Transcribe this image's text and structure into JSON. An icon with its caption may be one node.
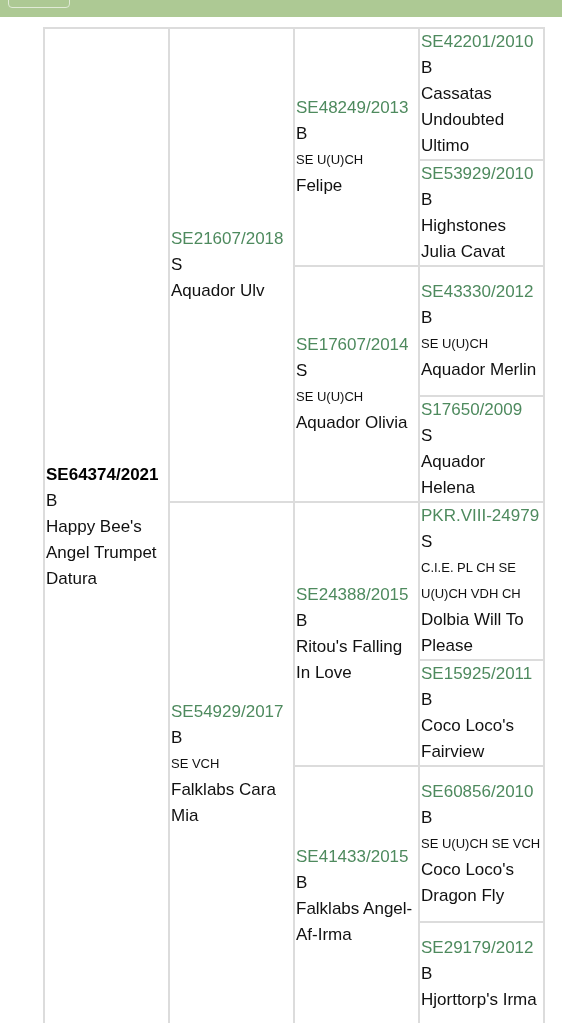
{
  "diagram": {
    "nodes": [
      {
        "text": [
          "SE64374/2021",
          "B",
          "Happy Bee's Angel Trumpet Datura"
        ]
      },
      {
        "text": [
          "SE21607/2018",
          "S",
          "Aquador Ulv"
        ]
      },
      {
        "text": [
          "SE48249/2013",
          "B",
          "SE U(U)CH",
          "Felipe"
        ]
      },
      {
        "text": [
          "SE42201/2010",
          "B",
          "Cassatas Undoubted Ultimo"
        ]
      },
      {
        "text": [
          "SE53929/2010",
          "B",
          "Highstones Julia Cavat"
        ]
      },
      {
        "text": [
          "SE17607/2014",
          "S",
          "SE U(U)CH",
          "Aquador Olivia"
        ]
      },
      {
        "text": [
          "SE43330/2012",
          "B",
          "SE U(U)CH",
          "Aquador Merlin"
        ]
      },
      {
        "text": [
          "S17650/2009",
          "S",
          "Aquador Helena"
        ]
      },
      {
        "text": [
          "SE54929/2017",
          "B",
          "SE VCH",
          "Falklabs Cara Mia"
        ]
      },
      {
        "text": [
          "SE24388/2015",
          "B",
          "Ritou's Falling In Love"
        ]
      },
      {
        "text": [
          "PKR.VIII-24979",
          "S",
          "C.I.E. PL CH SE U(U)CH VDH CH",
          "Dolbia Will To Please"
        ]
      },
      {
        "text": [
          "SE15925/2011",
          "B",
          "Coco Loco's Fairview"
        ]
      },
      {
        "text": [
          "SE41433/2015",
          "B",
          "Falklabs Angel-Af-Irma"
        ]
      },
      {
        "text": [
          "SE60856/2010",
          "B",
          "SE U(U)CH SE VCH",
          "Coco Loco's Dragon Fly"
        ]
      },
      {
        "text": [
          "SE29179/2012",
          "B",
          "Hjorttorp's Irma"
        ]
      }
    ]
  }
}
